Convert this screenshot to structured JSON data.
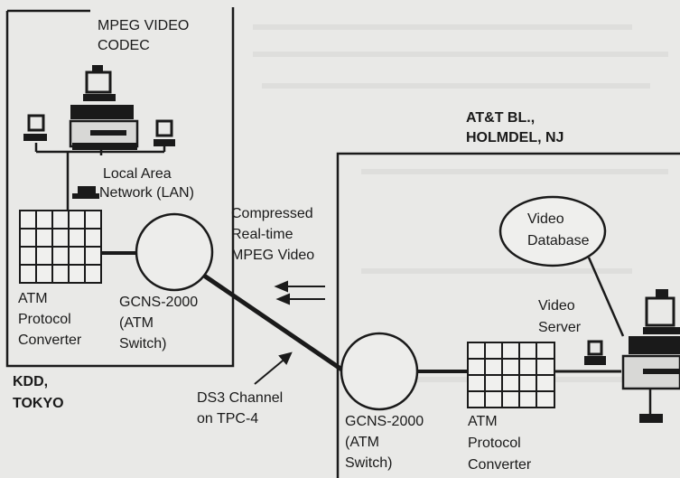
{
  "sites": {
    "tokyo": {
      "name_line1": "KDD,",
      "name_line2": "TOKYO"
    },
    "holmdel": {
      "name_line1": "AT&T BL.,",
      "name_line2": "HOLMDEL, NJ"
    }
  },
  "nodes": {
    "codec": {
      "line1": "MPEG VIDEO",
      "line2": "CODEC"
    },
    "lan": {
      "line1": "Local Area",
      "line2": "Network (LAN)"
    },
    "tokyo_converter": {
      "line1": "ATM",
      "line2": "Protocol",
      "line3": "Converter"
    },
    "tokyo_switch": {
      "line1": "GCNS-2000",
      "line2": "(ATM",
      "line3": "Switch)"
    },
    "nj_switch": {
      "line1": "GCNS-2000",
      "line2": "(ATM",
      "line3": "Switch)"
    },
    "nj_converter": {
      "line1": "ATM",
      "line2": "Protocol",
      "line3": "Converter"
    },
    "video_database": {
      "line1": "Video",
      "line2": "Database"
    },
    "video_server": {
      "line1": "Video",
      "line2": "Server"
    }
  },
  "links": {
    "flow": {
      "line1": "Compressed",
      "line2": "Real-time",
      "line3": "MPEG Video"
    },
    "channel": {
      "line1": "DS3 Channel",
      "line2": "on TPC-4"
    }
  },
  "colors": {
    "ink": "#1a1a1a",
    "paper": "#e9e9e7"
  }
}
